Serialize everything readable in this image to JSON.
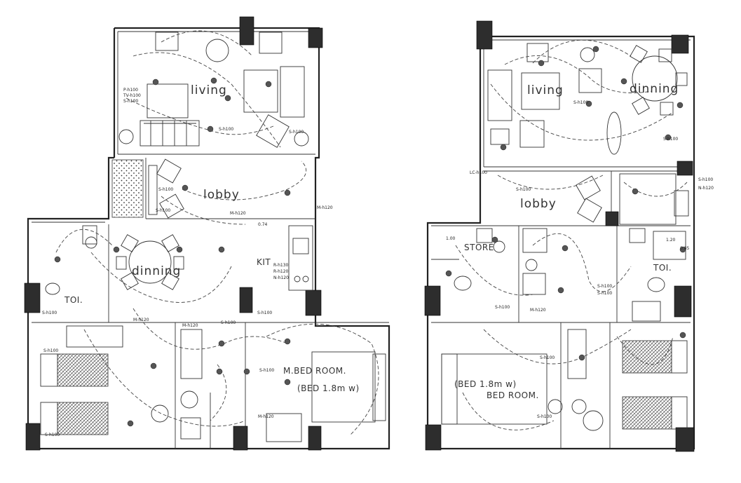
{
  "plan_left": {
    "rooms": {
      "living": "living",
      "lobby": "lobby",
      "dinning": "dinning",
      "toilet": "TOI.",
      "kitchen": "KIT",
      "master_bedroom": "M.BED ROOM.",
      "bed_size": "(BED 1.8m w)"
    },
    "tags": {
      "m_h120_a": "M-h120",
      "m_h120_b": "M-h120",
      "m_h120_c": "M-h120",
      "m_h120_d": "M-h120",
      "m_h120_e": "M-h120",
      "r_h130": "R-h130",
      "r_h120": "R-h120",
      "n_h120": "N-h120",
      "dim_074": "0.74"
    }
  },
  "plan_right": {
    "rooms": {
      "living": "living",
      "dinning": "dinning",
      "lobby": "lobby",
      "store": "STORE",
      "toilet": "TOI.",
      "bed_size": "(BED 1.8m w)",
      "bedroom": "BED ROOM."
    },
    "tags": {
      "m_h120": "M-h120",
      "dim_100": "1.00",
      "dim_120": "1.20",
      "dim_085": "0.85"
    }
  }
}
